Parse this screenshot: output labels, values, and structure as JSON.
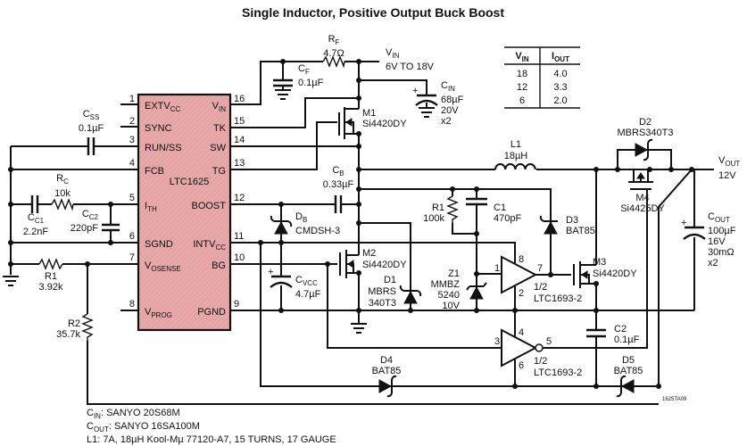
{
  "title": "Single Inductor, Positive Output Buck Boost",
  "ic": {
    "name": "LTC1625",
    "pins": [
      {
        "num": "1",
        "label": "EXTV",
        "sub": "CC"
      },
      {
        "num": "2",
        "label": "SYNC",
        "sub": ""
      },
      {
        "num": "3",
        "label": "RUN/SS",
        "sub": ""
      },
      {
        "num": "4",
        "label": "FCB",
        "sub": ""
      },
      {
        "num": "5",
        "label": "I",
        "sub": "TH"
      },
      {
        "num": "6",
        "label": "SGND",
        "sub": ""
      },
      {
        "num": "7",
        "label": "V",
        "sub": "OSENSE"
      },
      {
        "num": "8",
        "label": "V",
        "sub": "PROG"
      },
      {
        "num": "16",
        "label": "V",
        "sub": "IN"
      },
      {
        "num": "15",
        "label": "TK",
        "sub": ""
      },
      {
        "num": "14",
        "label": "SW",
        "sub": ""
      },
      {
        "num": "13",
        "label": "TG",
        "sub": ""
      },
      {
        "num": "12",
        "label": "BOOST",
        "sub": ""
      },
      {
        "num": "11",
        "label": "INTV",
        "sub": "CC"
      },
      {
        "num": "10",
        "label": "BG",
        "sub": ""
      },
      {
        "num": "9",
        "label": "PGND",
        "sub": ""
      }
    ]
  },
  "components": {
    "rf": {
      "name": "R",
      "sub": "F",
      "value": "4.7Ω"
    },
    "cf": {
      "name": "C",
      "sub": "F",
      "value": "0.1µF"
    },
    "vin": {
      "name": "V",
      "sub": "IN",
      "value": "6V TO 18V"
    },
    "cin": {
      "name": "C",
      "sub": "IN",
      "value": "68µF",
      "rating": "20V",
      "qty": "x2"
    },
    "m1": {
      "name": "M1",
      "part": "Si4420DY"
    },
    "css": {
      "name": "C",
      "sub": "SS",
      "value": "0.1µF"
    },
    "rc": {
      "name": "R",
      "sub": "C",
      "value": "10k"
    },
    "cc1": {
      "name": "C",
      "sub": "C1",
      "value": "2.2nF"
    },
    "cc2": {
      "name": "C",
      "sub": "C2",
      "value": "220pF"
    },
    "r1a": {
      "name": "R1",
      "value": "3.92k"
    },
    "r2": {
      "name": "R2",
      "value": "35.7k"
    },
    "cb": {
      "name": "C",
      "sub": "B",
      "value": "0.33µF"
    },
    "db": {
      "name": "D",
      "sub": "B",
      "part": "CMDSH-3"
    },
    "cvcc": {
      "name": "C",
      "sub": "VCC",
      "value": "4.7µF"
    },
    "m2": {
      "name": "M2",
      "part": "Si4420DY"
    },
    "d1": {
      "name": "D1",
      "part1": "MBRS",
      "part2": "340T3"
    },
    "l1": {
      "name": "L1",
      "value": "18µH"
    },
    "d2": {
      "name": "D2",
      "part": "MBRS340T3"
    },
    "m4": {
      "name": "M4",
      "part": "Si4425DY"
    },
    "vout": {
      "name": "V",
      "sub": "OUT",
      "value": "12V"
    },
    "cout": {
      "name": "C",
      "sub": "OUT",
      "value": "100µF",
      "rating": "16V",
      "esr": "30mΩ",
      "qty": "x2"
    },
    "r1b": {
      "name": "R1",
      "value": "100k"
    },
    "c1": {
      "name": "C1",
      "value": "470pF"
    },
    "d3": {
      "name": "D3",
      "part": "BAT85"
    },
    "z1": {
      "name": "Z1",
      "part1": "MMBZ",
      "part2": "5240",
      "value": "10V"
    },
    "u1": {
      "half": "1/2",
      "part": "LTC1693-2",
      "pins": [
        "1",
        "8",
        "7",
        "2"
      ]
    },
    "m3": {
      "name": "M3",
      "part": "Si4420DY"
    },
    "u2": {
      "half": "1/2",
      "part": "LTC1693-2",
      "pins": [
        "3",
        "4",
        "5",
        "6"
      ]
    },
    "c2": {
      "name": "C2",
      "value": "0.1µF"
    },
    "d4": {
      "name": "D4",
      "part": "BAT85"
    },
    "d5": {
      "name": "D5",
      "part": "BAT85"
    }
  },
  "table": {
    "headers": [
      {
        "main": "V",
        "sub": "IN"
      },
      {
        "main": "I",
        "sub": "OUT"
      }
    ],
    "rows": [
      [
        "18",
        "4.0"
      ],
      [
        "12",
        "3.3"
      ],
      [
        "6",
        "2.0"
      ]
    ]
  },
  "notes": [
    {
      "name": "C",
      "sub": "IN",
      "text": ": SANYO 20S68M"
    },
    {
      "name": "C",
      "sub": "OUT",
      "text": ": SANYO 16SA100M"
    },
    {
      "name": "",
      "sub": "",
      "text": "L1: 7A, 18µH Kool-Mµ 77120-A7, 15 TURNS, 17 GAUGE"
    }
  ],
  "figure_id": "1625TA09"
}
